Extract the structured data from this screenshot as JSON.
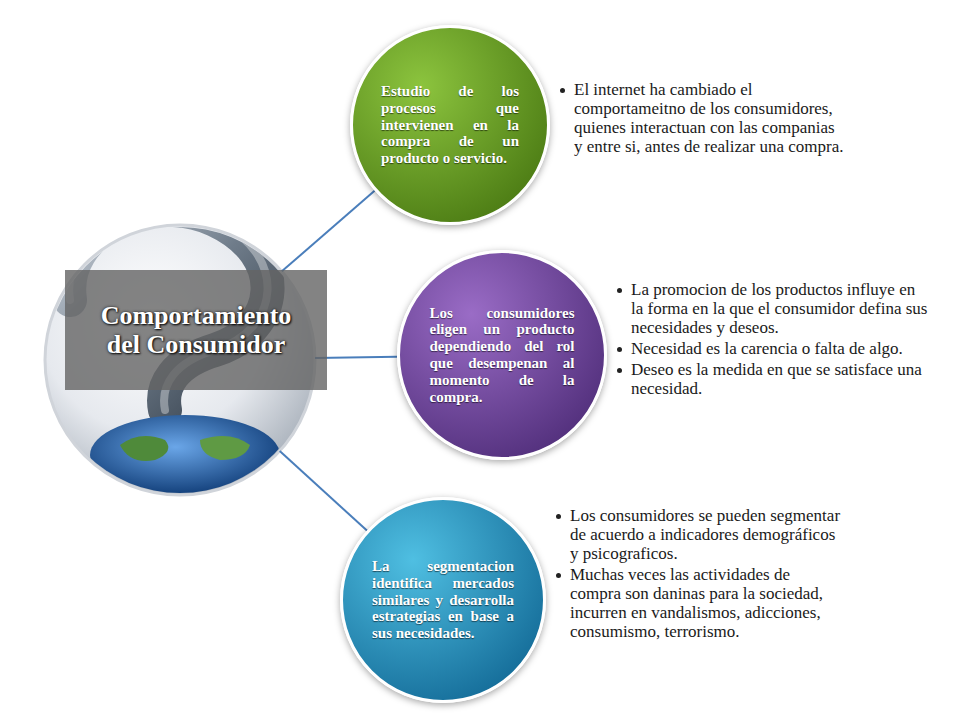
{
  "diagram": {
    "nodes": [
      {
        "text": [
          "Comportamiento del Consumidor"
        ]
      },
      {
        "text": [
          "Estudio de los procesos que intervienen en la compra de un producto o servicio."
        ]
      },
      {
        "text": [
          "Los consumidores eligen un producto dependiendo del rol que desempenan al momento de la compra."
        ]
      },
      {
        "text": [
          "La segmentacion identifica mercados similares y desarrolla estrategias en base a sus necesidades."
        ]
      }
    ],
    "edges": [
      {
        "from": 0,
        "to": 1,
        "arrow": "none"
      },
      {
        "from": 0,
        "to": 2,
        "arrow": "none"
      },
      {
        "from": 0,
        "to": 3,
        "arrow": "none"
      }
    ],
    "labels": [
      "El internet ha cambiado el comportameitno de los consumidores, quienes interactuan con las companias y entre si, antes de realizar una compra.",
      "La promocion de los productos influye en la forma en la que el consumidor defina sus necesidades y deseos.",
      "Necesidad es la carencia o falta de algo.",
      "Deseo es la medida en que se satisface una necesidad.",
      "Los consumidores se pueden segmentar de acuerdo a indicadores demográficos y psicograficos.",
      "Muchas veces las actividades de compra son daninas para la sociedad, incurren en vandalismos, adicciones, consumismo, terrorismo."
    ]
  }
}
